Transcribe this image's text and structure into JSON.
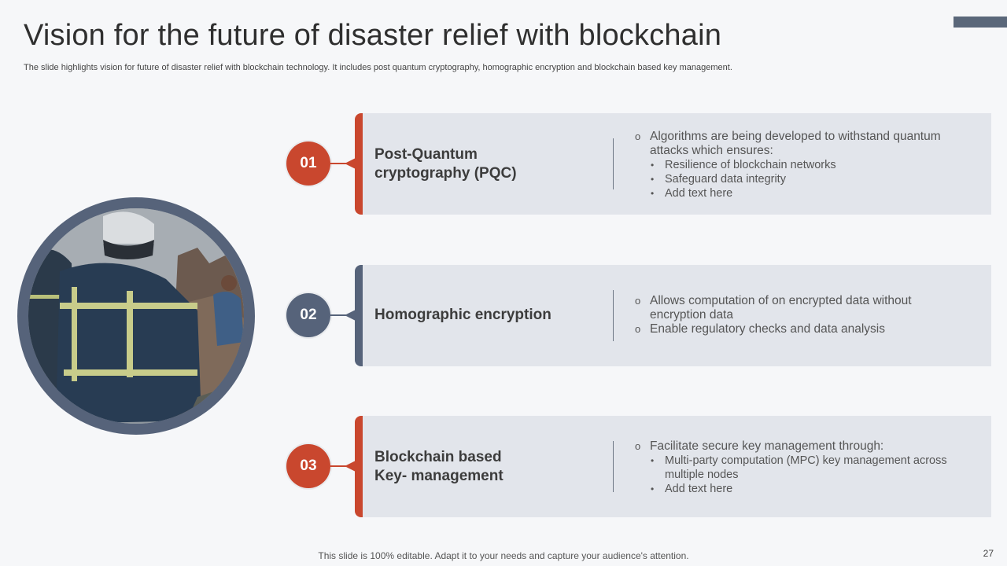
{
  "slide": {
    "title": "Vision for the future of disaster relief with blockchain",
    "subtitle": "The slide highlights vision for future of disaster relief with blockchain technology. It includes post quantum cryptography, homographic encryption and blockchain based key management.",
    "footer": "This slide is 100% editable. Adapt it to your needs and capture your audience's attention.",
    "page_number": "27"
  },
  "colors": {
    "accent_red": "#c9472e",
    "accent_slate": "#56637a",
    "card_bg": "#e2e5eb"
  },
  "items": [
    {
      "number": "01",
      "color": "#c9472e",
      "title_lines": [
        "Post-Quantum",
        "cryptography (PQC)"
      ],
      "points": [
        {
          "text_lines": [
            "Algorithms are being developed to withstand quantum",
            "attacks which ensures:"
          ],
          "sub": [
            [
              "Resilience of blockchain networks"
            ],
            [
              "Safeguard data integrity"
            ],
            [
              "Add text here"
            ]
          ]
        }
      ]
    },
    {
      "number": "02",
      "color": "#56637a",
      "title_lines": [
        "Homographic encryption"
      ],
      "points": [
        {
          "text_lines": [
            "Allows computation of on encrypted data without",
            "encryption data"
          ],
          "sub": []
        },
        {
          "text_lines": [
            "Enable regulatory checks and data analysis"
          ],
          "sub": []
        }
      ]
    },
    {
      "number": "03",
      "color": "#c9472e",
      "title_lines": [
        "Blockchain based",
        "Key- management"
      ],
      "points": [
        {
          "text_lines": [
            "Facilitate secure key management through:"
          ],
          "sub": [
            [
              "Multi-party computation (MPC) key management across",
              "multiple nodes"
            ],
            [
              "Add text here"
            ]
          ]
        }
      ]
    }
  ],
  "image": {
    "subject": "firefighter-rescue-workers-photo"
  }
}
